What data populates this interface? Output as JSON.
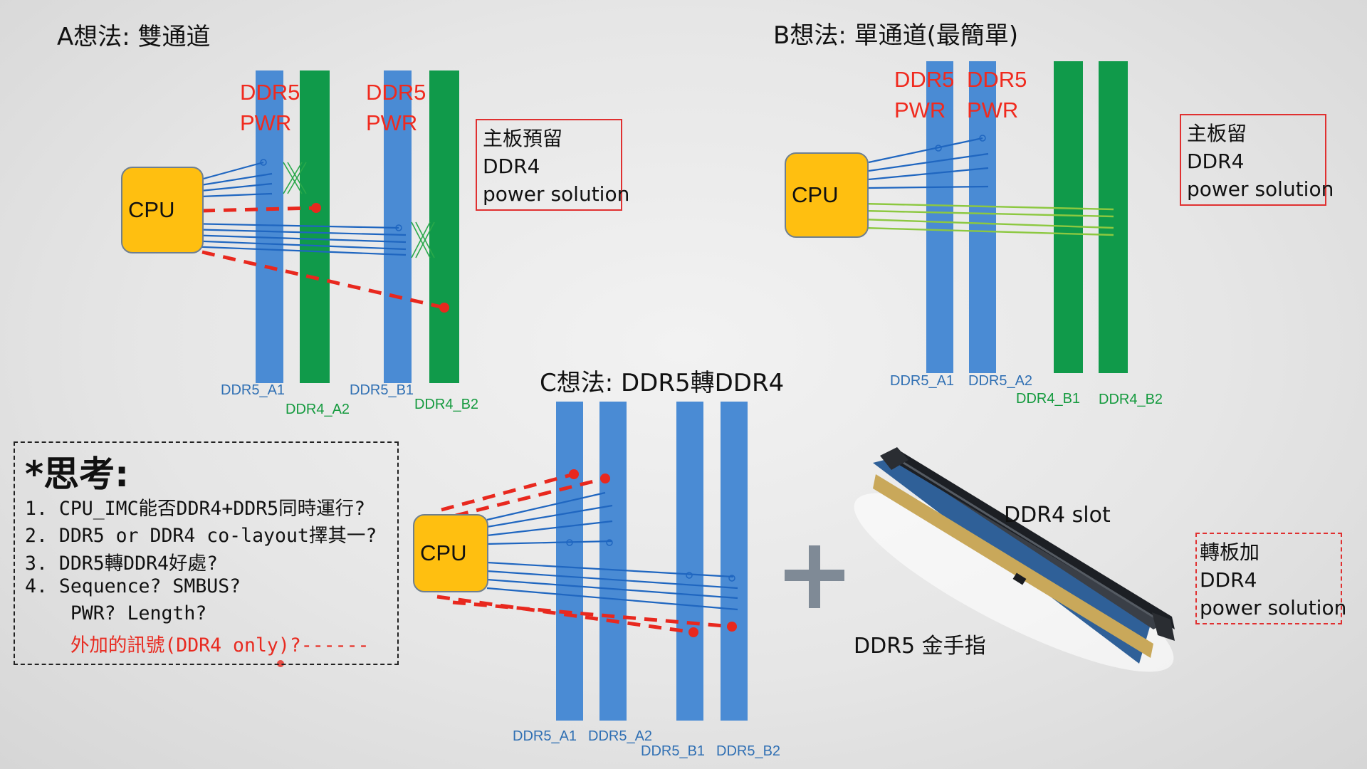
{
  "sections": {
    "a_title": "A想法: 雙通道",
    "b_title": "B想法: 單通道(最簡單)",
    "c_title": "C想法: DDR5轉DDR4"
  },
  "cpu_label": "CPU",
  "pwr": {
    "line1": "DDR5",
    "line2": "PWR"
  },
  "a": {
    "slots": {
      "ddr5_a1": "DDR5_A1",
      "ddr4_a2": "DDR4_A2",
      "ddr5_b1": "DDR5_B1",
      "ddr4_b2": "DDR4_B2"
    },
    "note": [
      "主板預留",
      "DDR4",
      "power solution"
    ]
  },
  "b": {
    "slots": {
      "ddr5_a1": "DDR5_A1",
      "ddr5_a2": "DDR5_A2",
      "ddr4_b1": "DDR4_B1",
      "ddr4_b2": "DDR4_B2"
    },
    "note": [
      "主板留",
      "DDR4",
      "power solution"
    ]
  },
  "c": {
    "slots": {
      "ddr5_a1": "DDR5_A1",
      "ddr5_a2": "DDR5_A2",
      "ddr5_b1": "DDR5_B1",
      "ddr5_b2": "DDR5_B2"
    },
    "note": [
      "轉板加",
      "DDR4",
      "power solution"
    ],
    "ddr4_slot": "DDR4 slot",
    "ddr5_finger": "DDR5 金手指"
  },
  "think": {
    "title": "*思考:",
    "items": [
      "1.  CPU_IMC能否DDR4+DDR5同時運行?",
      "2.  DDR5 or DDR4 co-layout擇其一?",
      "3.  DDR5轉DDR4好處?",
      "4.  Sequence? SMBUS?",
      "    PWR? Length?",
      "    外加的訊號(DDR4 only)?------"
    ]
  },
  "colors": {
    "ddr5_slot": "#4a8bd4",
    "ddr4_slot": "#109a4a",
    "cpu": "#ffbf10",
    "accent_red": "#f02a1e"
  }
}
